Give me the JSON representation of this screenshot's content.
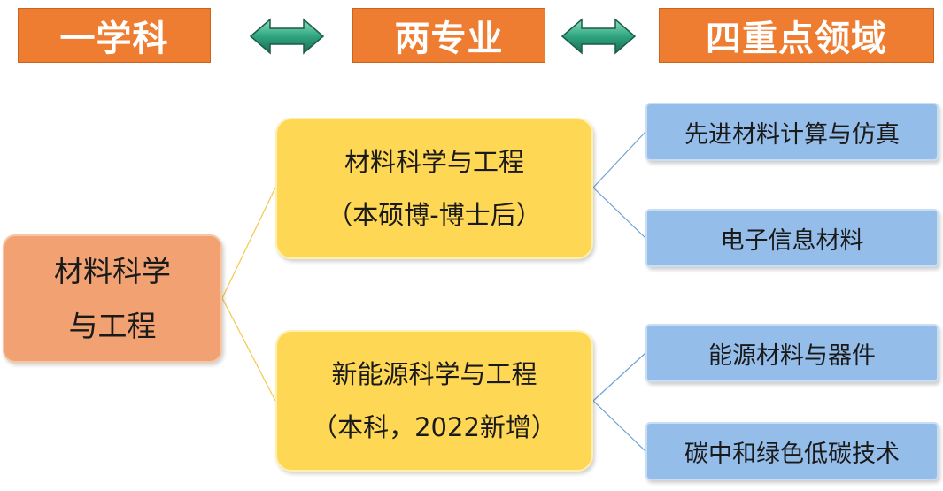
{
  "headers": {
    "discipline": "一学科",
    "majors": "两专业",
    "fields": "四重点领域"
  },
  "root": {
    "line1": "材料科学",
    "line2": "与工程"
  },
  "majors": [
    {
      "title": "材料科学与工程",
      "note": "（本硕博-博士后）"
    },
    {
      "title": "新能源科学与工程",
      "note": "（本科，2022新增）"
    }
  ],
  "fields": [
    "先进材料计算与仿真",
    "电子信息材料",
    "能源材料与器件",
    "碳中和绿色低碳技术"
  ],
  "colors": {
    "header_bg": "#ee7d31",
    "root_bg": "#f2a272",
    "major_bg": "#fed754",
    "field_bg": "#94bde9",
    "arrow": "#2e9b78"
  }
}
